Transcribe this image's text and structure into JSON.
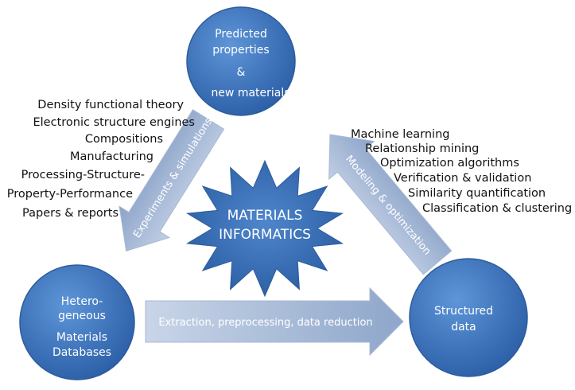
{
  "colors": {
    "node_fill_light": "#5b8fd1",
    "node_fill_dark": "#2a5ea6",
    "node_stroke": "#2d5c9b",
    "arrow_light": "#c6d2e6",
    "arrow_dark": "#8aa2c7",
    "node_text": "#ffffff",
    "body_text": "#111111"
  },
  "nodes": {
    "top": {
      "lines": [
        "Predicted",
        "properties",
        "&",
        "new materials"
      ]
    },
    "bottom_left": {
      "lines": [
        "Hetero-",
        "geneous",
        "Materials",
        "Databases"
      ]
    },
    "bottom_right": {
      "lines": [
        "Structured",
        "data"
      ]
    }
  },
  "center": {
    "lines": [
      "MATERIALS",
      "INFORMATICS"
    ]
  },
  "arrows": {
    "left": {
      "label": "Experiments & simulations"
    },
    "right": {
      "label": "Modeling & optimization"
    },
    "bottom": {
      "label": "Extraction, preprocessing, data reduction"
    }
  },
  "left_list": [
    "Density functional theory",
    "Electronic structure engines",
    "Compositions",
    "Manufacturing",
    "Processing-Structure-",
    "Property-Performance",
    "Papers & reports"
  ],
  "right_list": [
    "Machine learning",
    "Relationship mining",
    "Optimization algorithms",
    "Verification & validation",
    "Similarity quantification",
    "Classification & clustering"
  ]
}
